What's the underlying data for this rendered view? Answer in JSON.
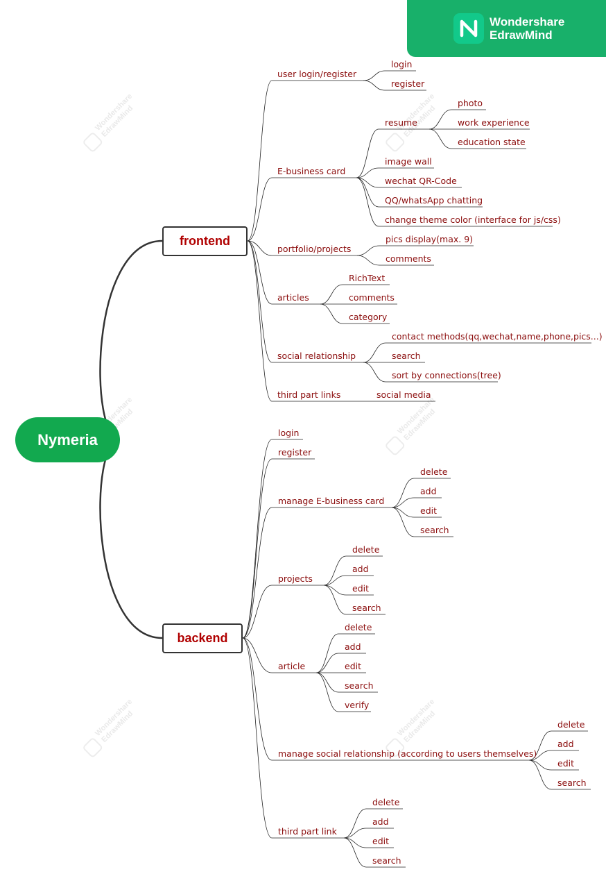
{
  "brand": {
    "name_line1": "Wondershare",
    "name_line2": "EdrawMind",
    "color": "#18b06a",
    "logo_icon": "edrawmind-logo-icon"
  },
  "watermark": {
    "line1": "Wondershare",
    "line2": "EdrawMind"
  },
  "colors": {
    "label": "#8b0d0d",
    "main_topic_text": "#b00000",
    "root_fill": "#12a94f",
    "line": "#333333"
  },
  "mindmap": {
    "root": "Nymeria",
    "frontend": {
      "label": "frontend",
      "user_login_register": {
        "label": "user login/register",
        "login": "login",
        "register": "register"
      },
      "ebusiness_card": {
        "label": "E-business card",
        "resume": {
          "label": "resume",
          "photo": "photo",
          "work_experience": "work experience",
          "education_state": "education state"
        },
        "image_wall": "image wall",
        "wechat_qr": "wechat QR-Code",
        "qq_chat": "QQ/whatsApp chatting",
        "theme": "change theme color (interface for js/css)"
      },
      "portfolio": {
        "label": "portfolio/projects",
        "pics": "pics display(max. 9)",
        "comments": "comments"
      },
      "articles": {
        "label": "articles",
        "richtext": "RichText",
        "comments": "comments",
        "category": "category"
      },
      "social": {
        "label": "social relationship",
        "contact": "contact methods(qq,wechat,name,phone,pics...)",
        "search": "search",
        "sort": "sort by connections(tree)"
      },
      "third_links": {
        "label": "third part links",
        "social_media": "social media"
      }
    },
    "backend": {
      "label": "backend",
      "login": "login",
      "register": "register",
      "manage_card": {
        "label": "manage E-business card",
        "delete": "delete",
        "add": "add",
        "edit": "edit",
        "search": "search"
      },
      "projects": {
        "label": "projects",
        "delete": "delete",
        "add": "add",
        "edit": "edit",
        "search": "search"
      },
      "article": {
        "label": "article",
        "delete": "delete",
        "add": "add",
        "edit": "edit",
        "search": "search",
        "verify": "verify"
      },
      "manage_social": {
        "label": "manage social relationship (according to users themselves)",
        "delete": "delete",
        "add": "add",
        "edit": "edit",
        "search": "search"
      },
      "third_link": {
        "label": "third part link",
        "delete": "delete",
        "add": "add",
        "edit": "edit",
        "search": "search"
      }
    }
  }
}
